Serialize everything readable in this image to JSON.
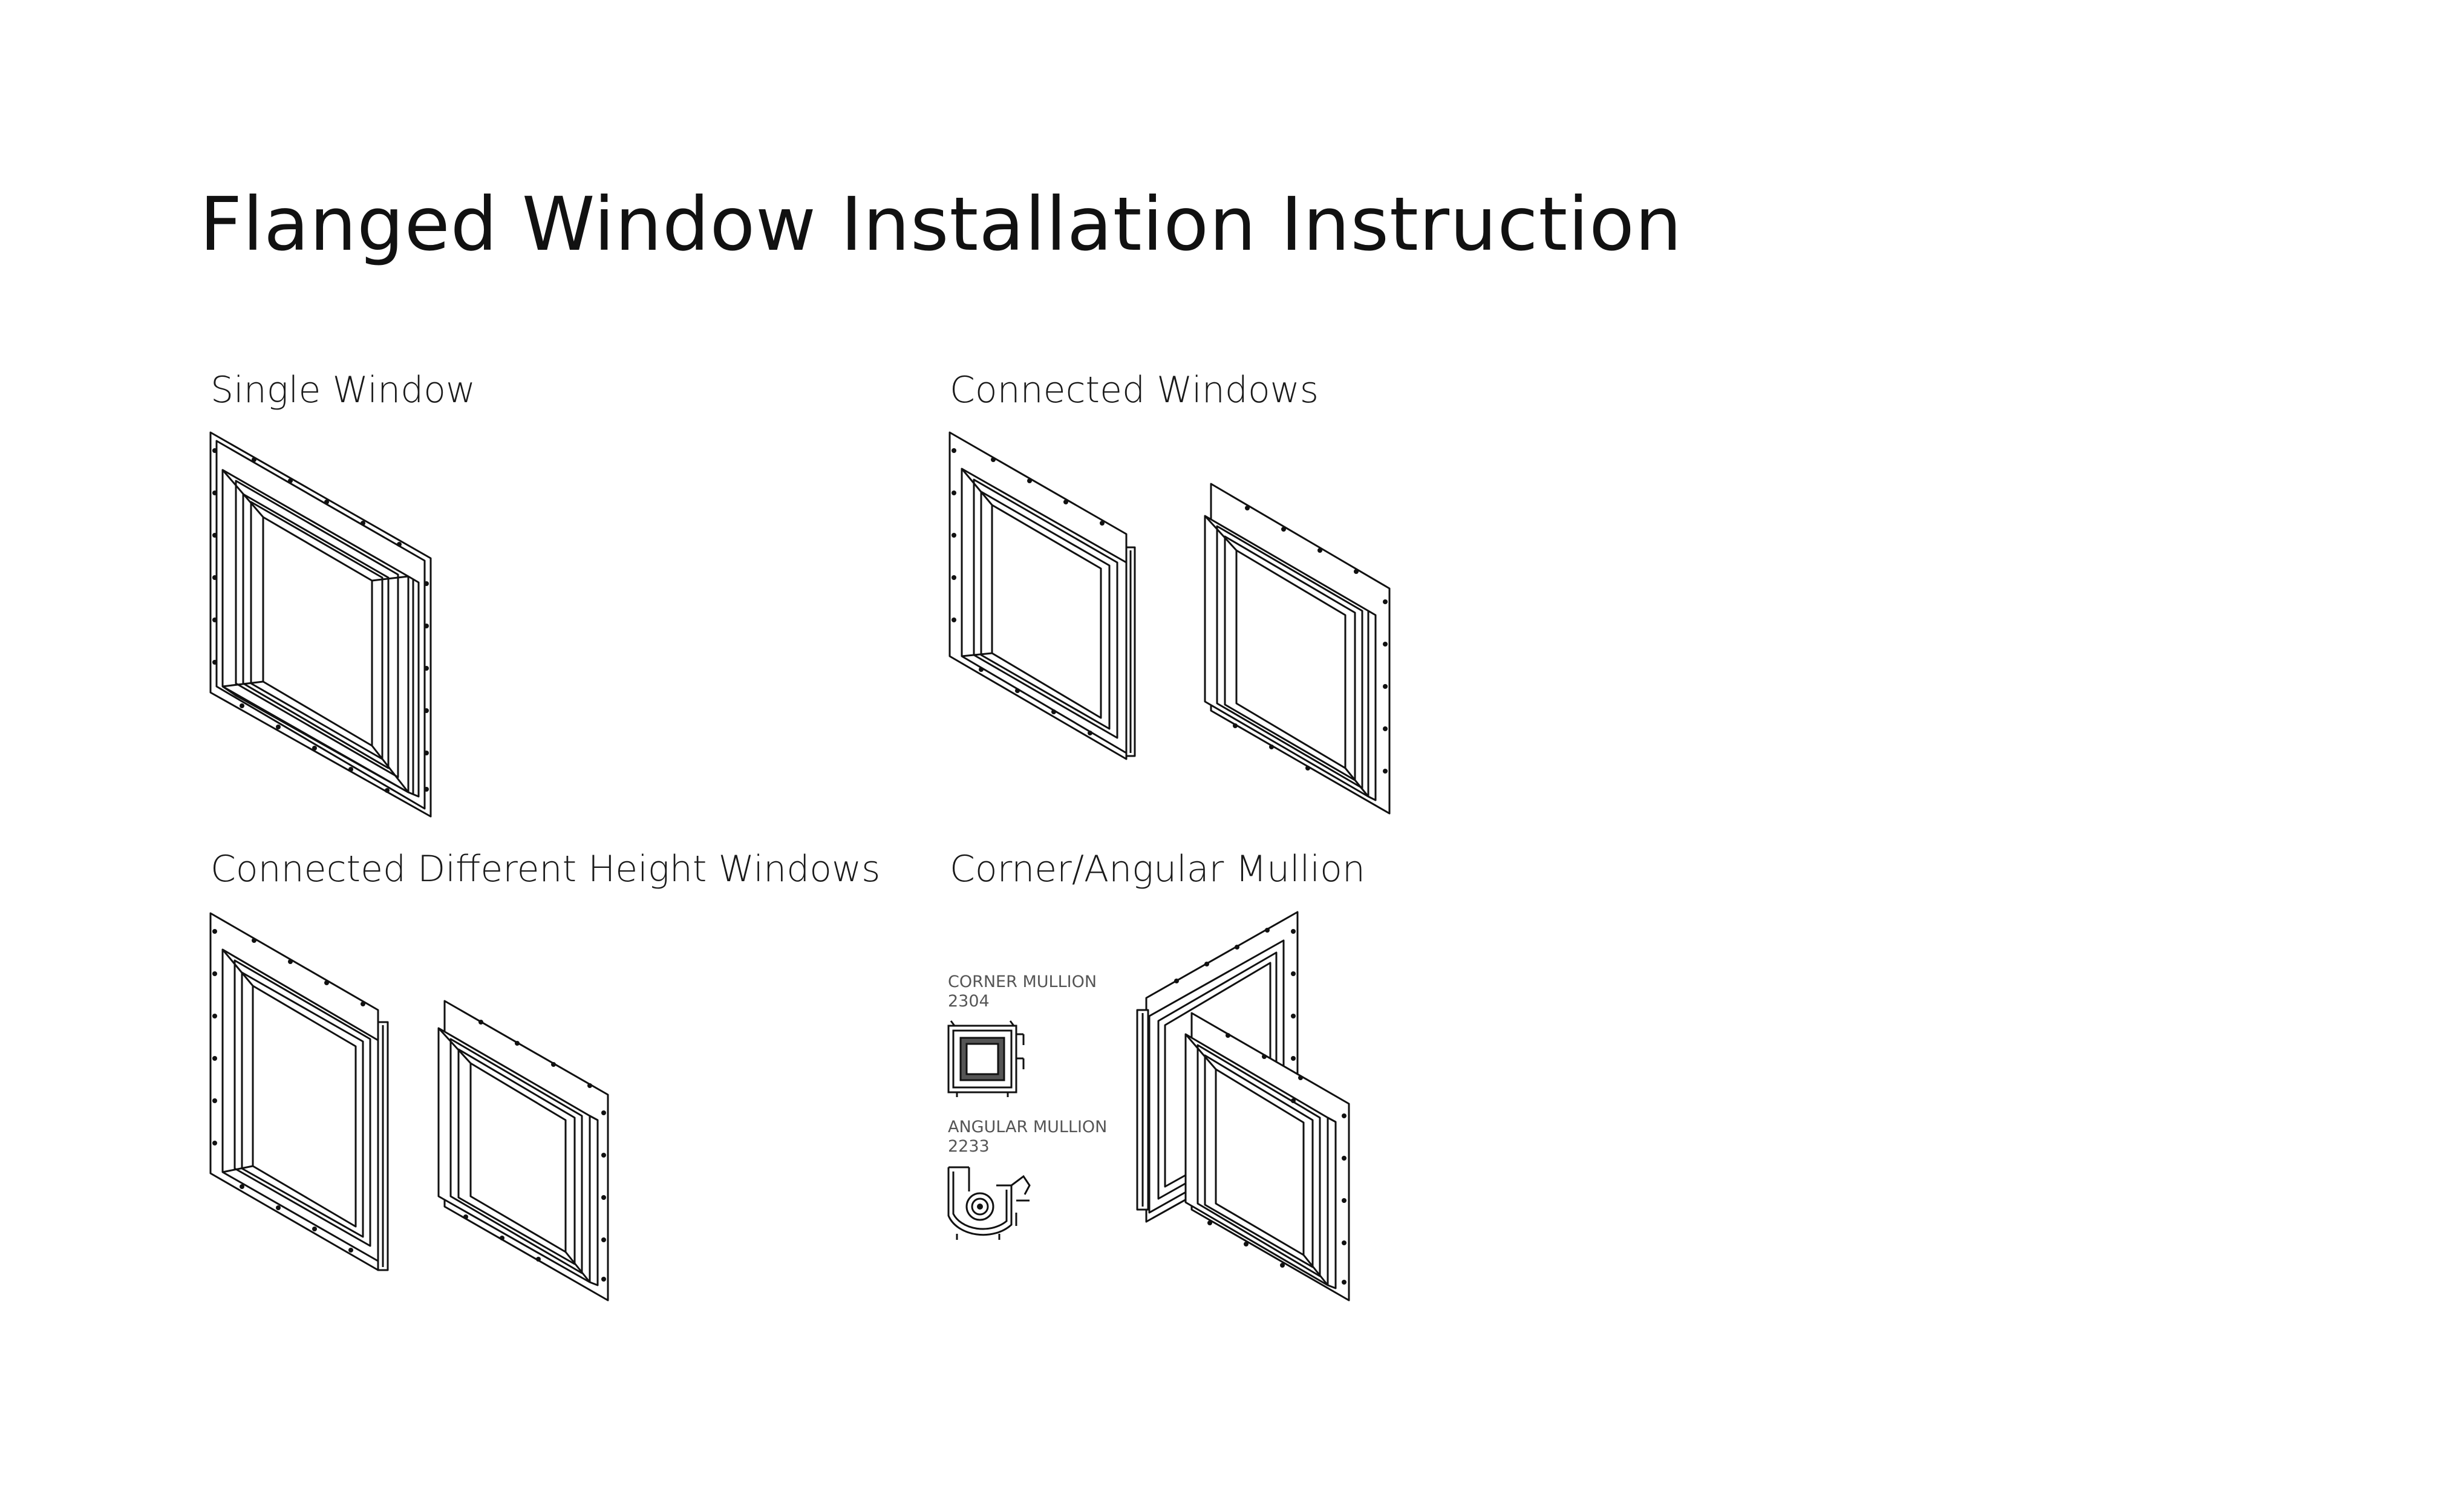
{
  "title": "Flanged Window Installation Instruction",
  "sections": {
    "single": {
      "label": "Single Window"
    },
    "connected": {
      "label": "Connected Windows"
    },
    "different_height": {
      "label": "Connected Different Height Windows"
    },
    "corner": {
      "label": "Corner/Angular Mullion"
    }
  },
  "mullions": {
    "corner": {
      "name": "CORNER MULLION",
      "code": "2304"
    },
    "angular": {
      "name": "ANGULAR MULLION",
      "code": "2233"
    }
  }
}
